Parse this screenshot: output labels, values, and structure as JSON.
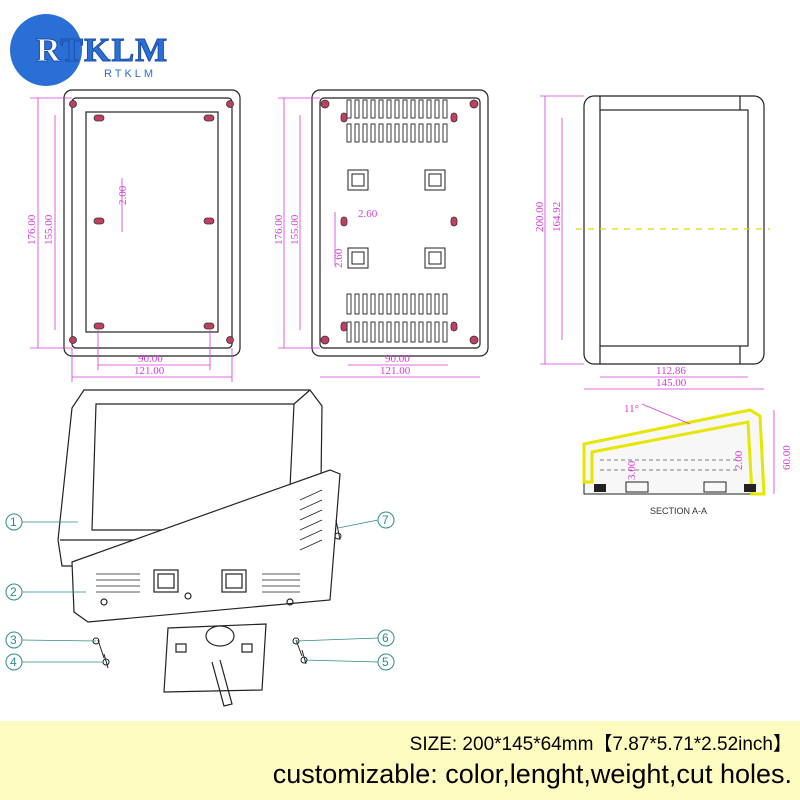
{
  "logo": {
    "text": "RTKLM",
    "sub": "RTKLM"
  },
  "views": {
    "top": {
      "h_outer": "176.00",
      "h_inner": "155.00",
      "hole": "2.00",
      "w_inner": "90.00",
      "w_outer": "121.00"
    },
    "bottom": {
      "h_outer": "176.00",
      "h_inner": "155.00",
      "gap_a": "2.60",
      "gap_b": "2.60",
      "w_inner": "90.00",
      "w_outer": "121.00"
    },
    "side": {
      "h_outer": "200.00",
      "h_inner": "164.92",
      "w_inner": "112.86",
      "w_outer": "145.00"
    },
    "section": {
      "angle": "11°",
      "h_small": "3.00",
      "h_mid": "2.00",
      "h_total": "60.00",
      "label": "SECTION A-A"
    }
  },
  "callouts": [
    "1",
    "2",
    "3",
    "4",
    "5",
    "6",
    "7"
  ],
  "footer": {
    "size": "SIZE: 200*145*64mm【7.87*5.71*2.52inch】",
    "custom": "customizable: color,lenght,weight,cut holes."
  },
  "colors": {
    "dimension": "#d63bd6",
    "footer_bg": "#fefbc0",
    "section_highlight": "#e6e600",
    "brand": "#2a6fd6"
  }
}
